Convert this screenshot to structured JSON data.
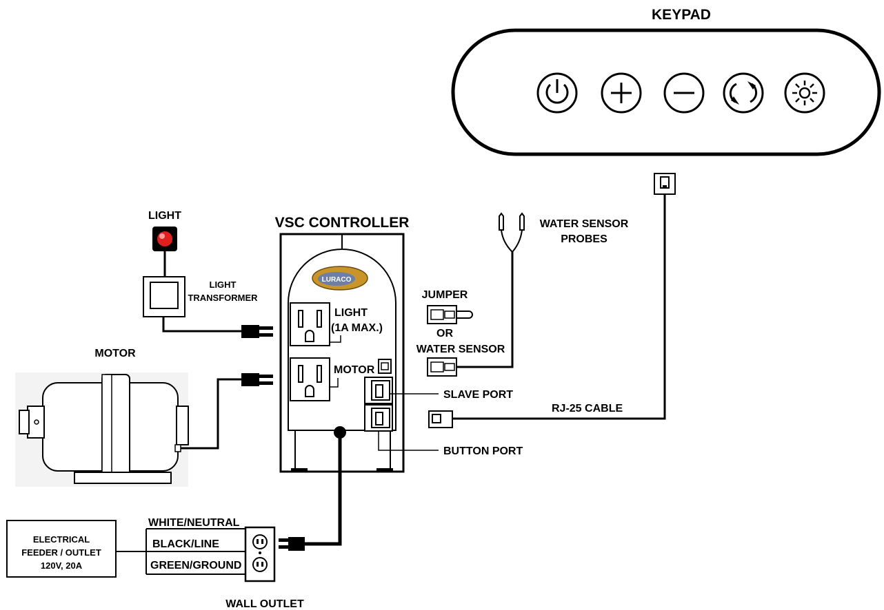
{
  "keypad": {
    "title": "KEYPAD",
    "buttons": [
      {
        "icon": "power-icon"
      },
      {
        "icon": "plus-icon"
      },
      {
        "icon": "minus-icon"
      },
      {
        "icon": "cycle-icon"
      },
      {
        "icon": "light-icon"
      }
    ]
  },
  "controller": {
    "title": "VSC CONTROLLER",
    "brand": "LURACO",
    "light_label": "LIGHT",
    "light_rating": "(1A MAX.)",
    "motor_label": "MOTOR"
  },
  "light": {
    "title": "LIGHT",
    "transformer_line1": "LIGHT",
    "transformer_line2": "TRANSFORMER",
    "lamp_color": "#e02020"
  },
  "motor": {
    "title": "MOTOR"
  },
  "sensor": {
    "probes_line1": "WATER SENSOR",
    "probes_line2": "PROBES",
    "jumper": "JUMPER",
    "or": "OR",
    "water_sensor": "WATER SENSOR"
  },
  "ports": {
    "slave": "SLAVE PORT",
    "button": "BUTTON PORT",
    "cable": "RJ-25 CABLE"
  },
  "power": {
    "feeder_line1": "ELECTRICAL",
    "feeder_line2": "FEEDER / OUTLET",
    "feeder_line3": "120V, 20A",
    "wire_white": "WHITE/NEUTRAL",
    "wire_black": "BLACK/LINE",
    "wire_green": "GREEN/GROUND",
    "wall_outlet": "WALL OUTLET"
  }
}
